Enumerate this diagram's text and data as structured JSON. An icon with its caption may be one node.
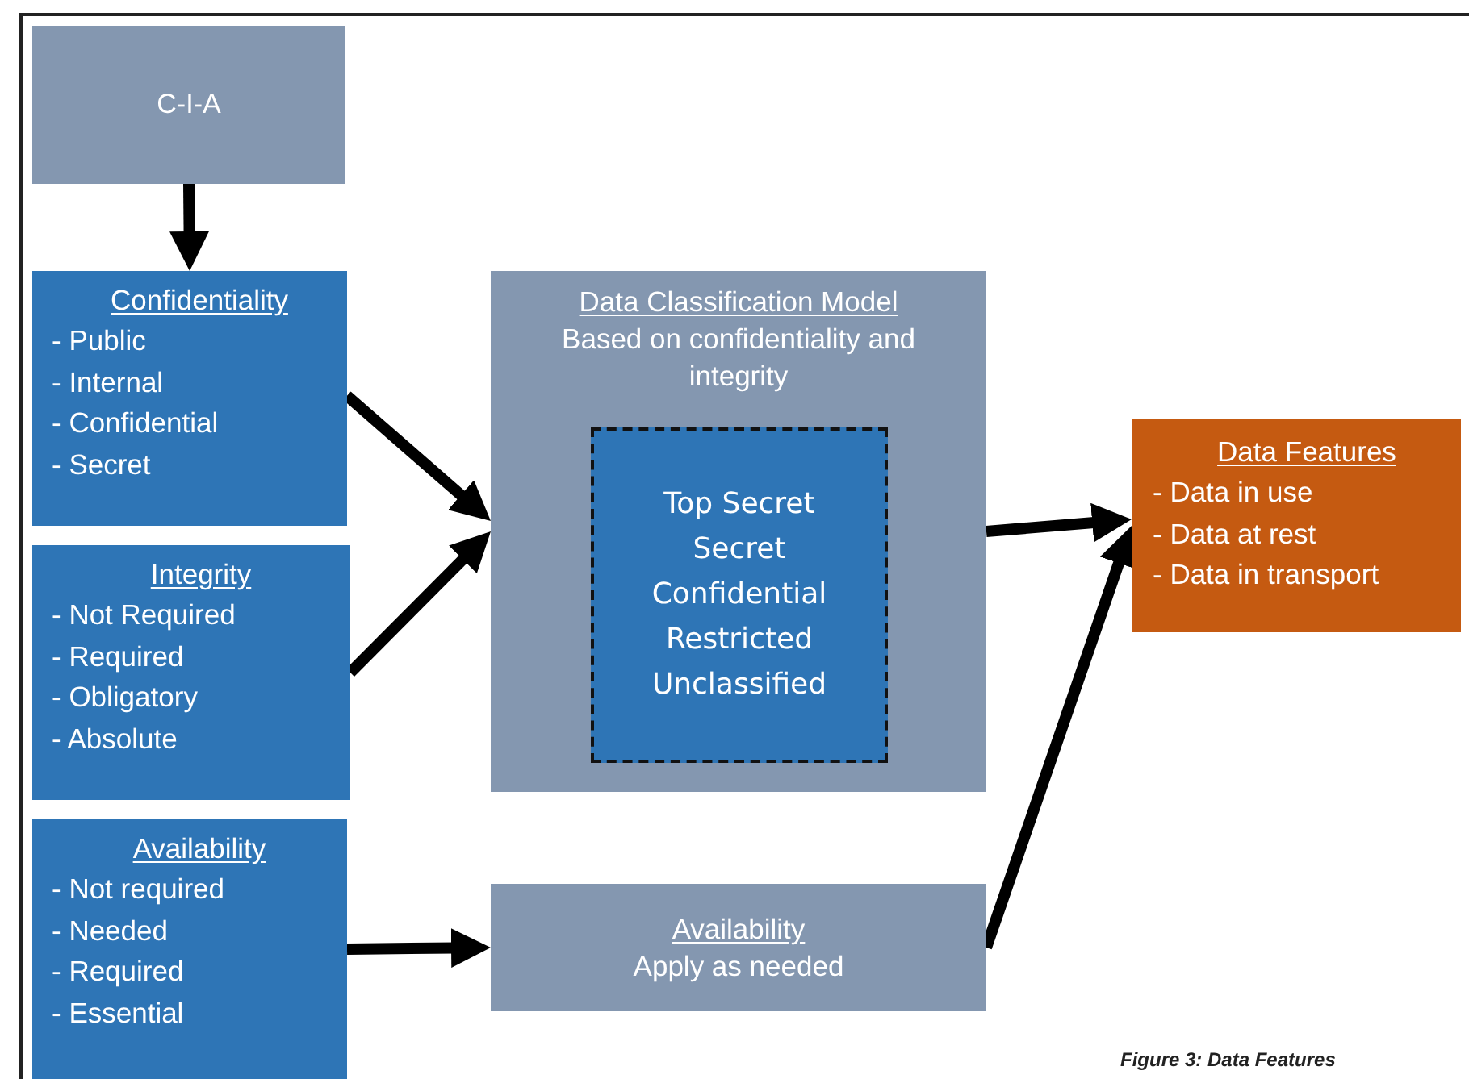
{
  "diagram": {
    "caption": "Figure 3: Data Features",
    "nodes": [
      {
        "text": [
          "C-I-A"
        ]
      },
      {
        "text": [
          "Confidentiality",
          "- Public",
          "- Internal",
          "- Confidential",
          "- Secret"
        ]
      },
      {
        "text": [
          "Integrity",
          "- Not Required",
          "- Required",
          "- Obligatory",
          "- Absolute"
        ]
      },
      {
        "text": [
          "Availability",
          "- Not required",
          "- Needed",
          "- Required",
          "- Essential"
        ]
      },
      {
        "text": [
          "Data Classification Model",
          "Based on confidentiality and integrity"
        ]
      },
      {
        "text": [
          "Top Secret",
          "Secret",
          "Confidential",
          "Restricted",
          "Unclassified"
        ],
        "in": 4
      },
      {
        "text": [
          "Availability",
          "Apply as needed"
        ]
      },
      {
        "text": [
          "Data Features",
          "- Data in use",
          "- Data at rest",
          "- Data in transport"
        ]
      }
    ],
    "edges": [
      {
        "from": 0,
        "to": 1,
        "arrow": "to"
      },
      {
        "from": 1,
        "to": 4,
        "arrow": "to"
      },
      {
        "from": 2,
        "to": 4,
        "arrow": "to"
      },
      {
        "from": 3,
        "to": 6,
        "arrow": "to"
      },
      {
        "from": 4,
        "to": 7,
        "arrow": "to"
      },
      {
        "from": 6,
        "to": 7,
        "arrow": "to"
      }
    ]
  }
}
